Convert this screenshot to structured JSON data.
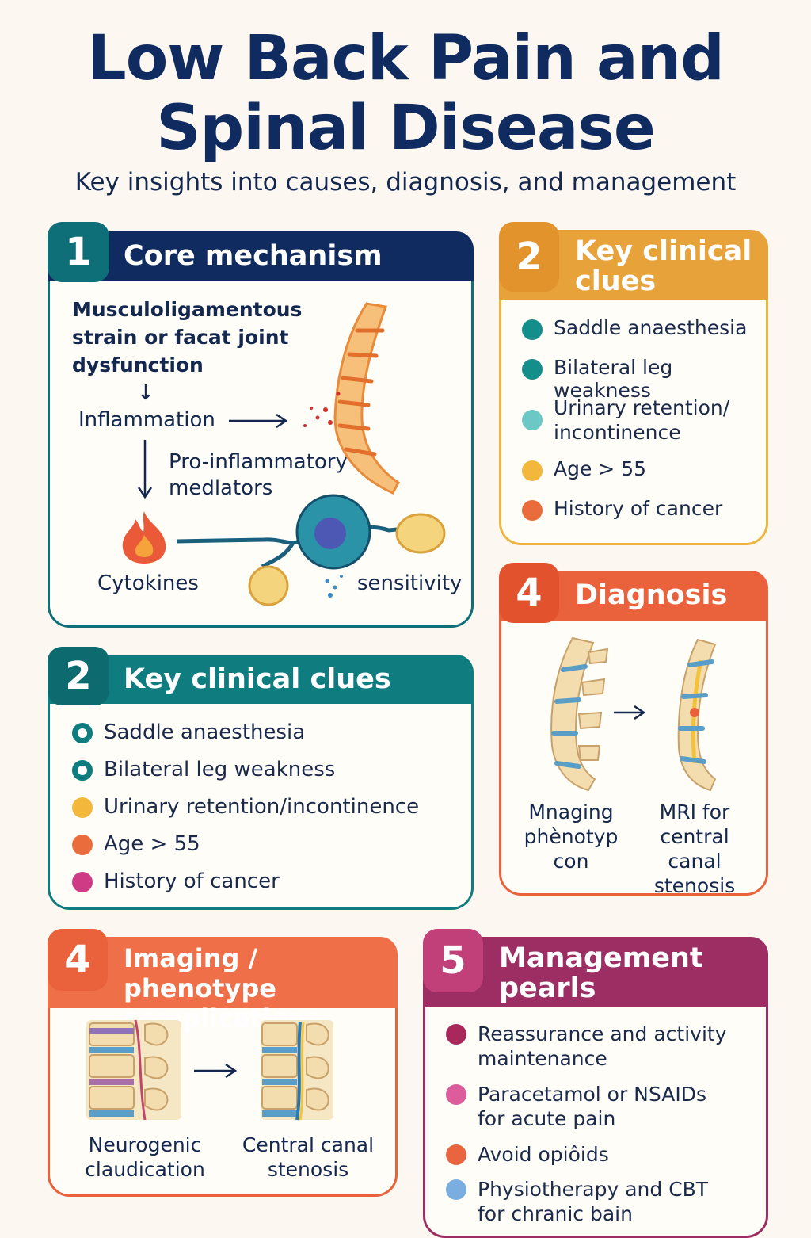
{
  "header": {
    "title_line1": "Low Back Pain and",
    "title_line2": "Spinal Disease",
    "subtitle": "Key insights into causes, diagnosis, and management"
  },
  "colors": {
    "navy": "#0f2b5f",
    "teal": "#0f7c80",
    "orange": "#e8a23a",
    "coral": "#e9623b",
    "plum": "#9c2e63"
  },
  "core": {
    "number": "1",
    "title": "Core mechanism",
    "cause": "Musculoligamentous strain or facat joint dysfunction",
    "inflammation": "Inflammation",
    "mediators": "Pro-inflammatory medlators",
    "cytokines": "Cytokines",
    "sensitivity": "sensitivity"
  },
  "clues_right": {
    "number": "2",
    "title_line1": "Key clinical",
    "title_line2": "clues",
    "items": [
      {
        "text": "Saddle anaesthesia",
        "color": "#138e8a"
      },
      {
        "text": "Bilateral leg weakness",
        "color": "#138e8a"
      },
      {
        "text_line1": "Urinary retention/",
        "text_line2": "incontinence",
        "color": "#6cc8c4"
      },
      {
        "text": "Age > 55",
        "color": "#f2b73b"
      },
      {
        "text": "History of cancer",
        "color": "#ea6b3c"
      }
    ]
  },
  "clues_left": {
    "number": "2",
    "title": "Key clinical clues",
    "items": [
      {
        "text": "Saddle anaesthesia",
        "marker": "ring"
      },
      {
        "text": "Bilateral leg weakness",
        "marker": "ring"
      },
      {
        "text": "Urinary retention/incontinence",
        "color": "#f2b73b"
      },
      {
        "text": "Age > 55",
        "color": "#ea6b3c"
      },
      {
        "text": "History of cancer",
        "color": "#cf3b84"
      }
    ]
  },
  "diagnosis": {
    "number": "4",
    "title": "Diagnosis",
    "left_label_line1": "Mnaging",
    "left_label_line2": "phènotyp",
    "left_label_line3": "con",
    "right_label_line1": "MRI for",
    "right_label_line2": "central canal",
    "right_label_line3": "stenosis"
  },
  "imaging": {
    "number": "4",
    "title_line1": "Imaging / phenotype",
    "title_line2": "complications",
    "left_label_line1": "Neurogenic",
    "left_label_line2": "claudication",
    "right_label_line1": "Central canal",
    "right_label_line2": "stenosis"
  },
  "management": {
    "number": "5",
    "title_line1": "Management",
    "title_line2": "pearls",
    "items": [
      {
        "line1": "Reassurance and activity",
        "line2": "maintenance",
        "color": "#a8285c"
      },
      {
        "line1": "Paracetamol or NSAIDs",
        "line2": "for acute pain",
        "color": "#dd5c9c"
      },
      {
        "line1": "Avoid opiôids",
        "line2": "",
        "color": "#e8653f"
      },
      {
        "line1": "Physiotherapy and CBT",
        "line2": "for chranic bain",
        "color": "#7aaee0"
      }
    ]
  }
}
